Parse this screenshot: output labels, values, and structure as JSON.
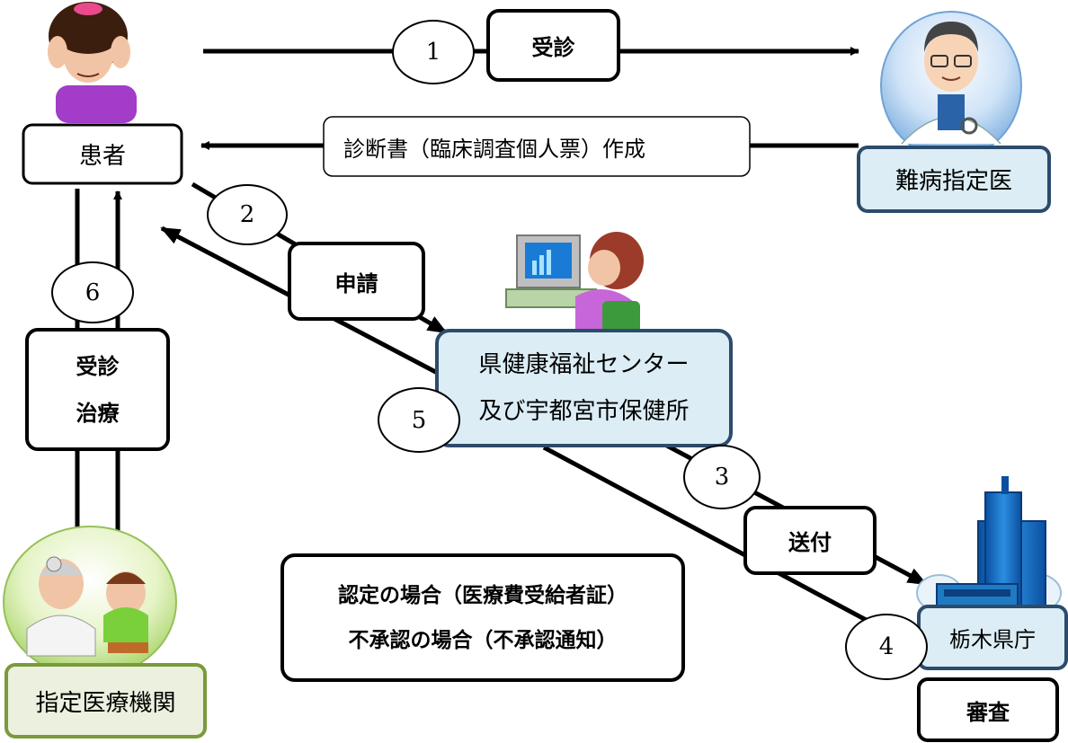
{
  "steps": {
    "s1": "1",
    "s2": "2",
    "s3": "3",
    "s4": "4",
    "s5": "5",
    "s6": "6"
  },
  "labels": {
    "consult": "受診",
    "certificate": "診断書（臨床調査個人票）作成",
    "apply": "申請",
    "send": "送付",
    "consult_treat_1": "受診",
    "consult_treat_2": "治療",
    "result_1": "認定の場合（医療費受給者証）",
    "result_2": "不承認の場合（不承認通知）",
    "review": "審査"
  },
  "entities": {
    "patient": "患者",
    "doctor": "難病指定医",
    "center_1": "県健康福祉センター",
    "center_2": "及び宇都宮市保健所",
    "prefecture": "栃木県庁",
    "hospital": "指定医療機関"
  },
  "icons": {
    "patient": "patient-headache-icon",
    "doctor": "doctor-icon",
    "staff": "office-worker-computer-icon",
    "building": "prefectural-office-building-icon",
    "hospital": "doctor-examining-child-icon"
  },
  "colors": {
    "light_blue_fill": "#dcedf5",
    "dark_blue_border": "#2d4b6b",
    "green_fill": "#ebf1de",
    "green_border": "#7a9a3c"
  }
}
